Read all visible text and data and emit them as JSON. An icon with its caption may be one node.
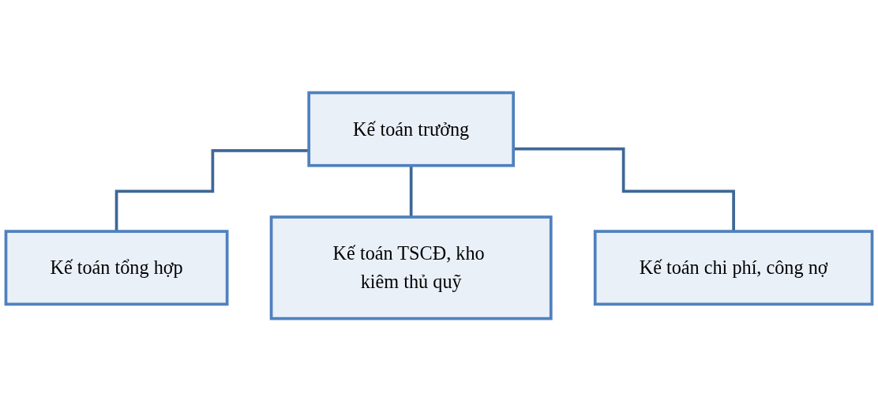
{
  "diagram": {
    "nodes": [
      {
        "text": [
          "Kế toán trưởng"
        ]
      },
      {
        "text": [
          "Kế toán tổng hợp"
        ]
      },
      {
        "text": [
          "Kế toán TSCĐ, kho kiêm thủ quỹ"
        ]
      },
      {
        "text": [
          "Kế toán chi phí, công nợ"
        ]
      }
    ],
    "edges": [
      {
        "from": 0,
        "to": 1,
        "arrow": "none"
      },
      {
        "from": 0,
        "to": 2,
        "arrow": "none"
      },
      {
        "from": 0,
        "to": 3,
        "arrow": "none"
      }
    ]
  }
}
